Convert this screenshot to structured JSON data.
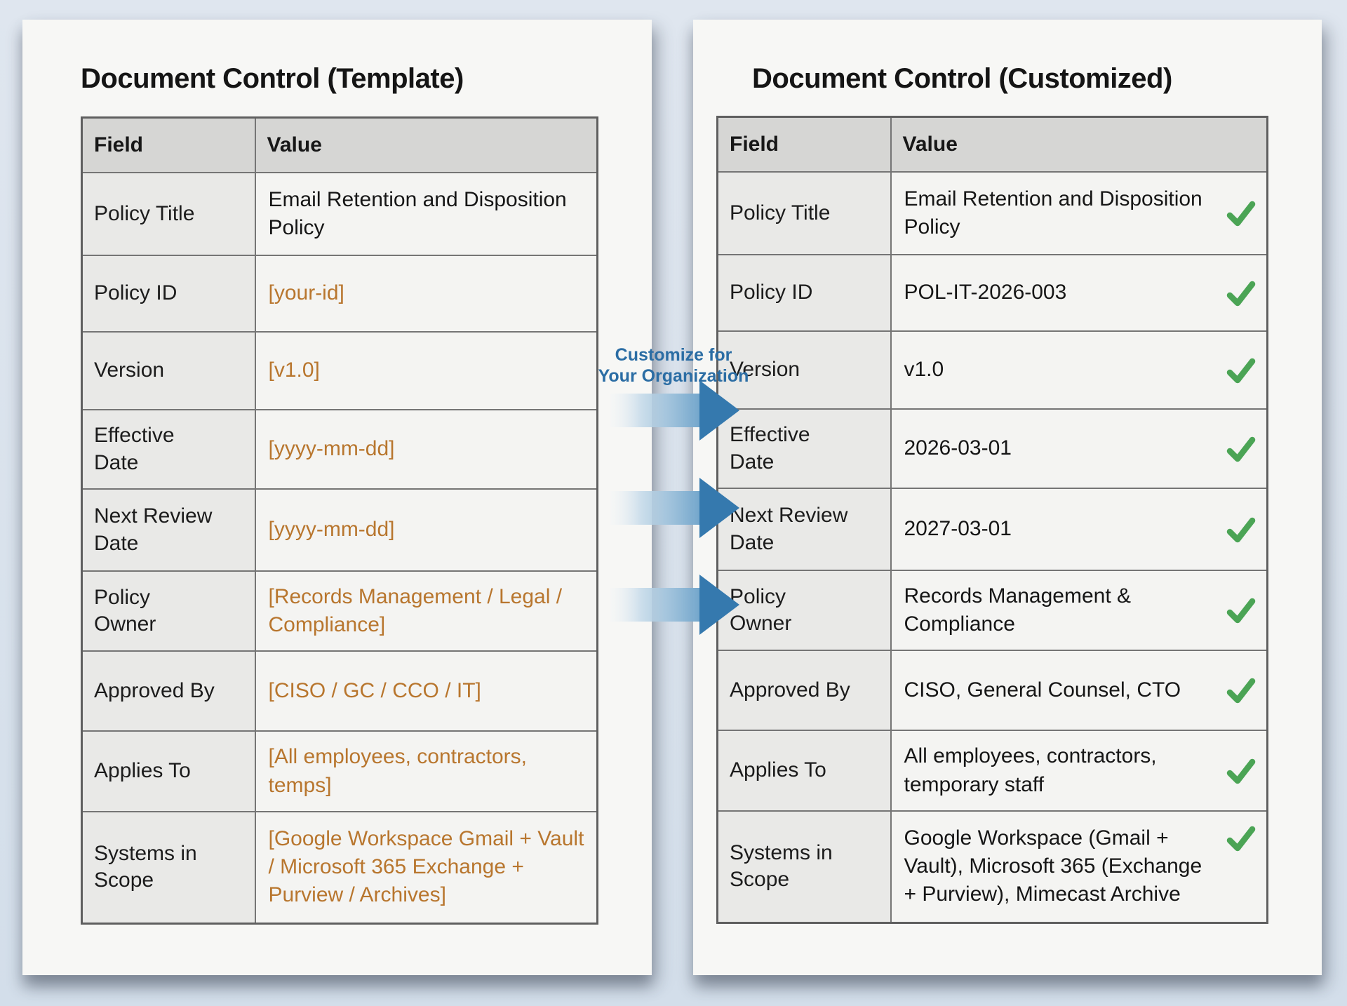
{
  "left_panel": {
    "title": "Document Control (Template)",
    "columns": {
      "field": "Field",
      "value": "Value"
    },
    "rows": [
      {
        "field": "Policy Title",
        "value": "Email Retention and Disposition Policy",
        "placeholder": false
      },
      {
        "field": "Policy ID",
        "value": "[your-id]",
        "placeholder": true
      },
      {
        "field": "Version",
        "value": "[v1.0]",
        "placeholder": true
      },
      {
        "field": "Effective Date",
        "value": "[yyyy-mm-dd]",
        "placeholder": true
      },
      {
        "field": "Next Review Date",
        "value": "[yyyy-mm-dd]",
        "placeholder": true
      },
      {
        "field": "Policy Owner",
        "value": "[Records Management / Legal / Compliance]",
        "placeholder": true
      },
      {
        "field": "Approved By",
        "value": "[CISO / GC / CCO / IT]",
        "placeholder": true
      },
      {
        "field": "Applies To",
        "value": "[All employees, contractors, temps]",
        "placeholder": true
      },
      {
        "field": "Systems in Scope",
        "value": "[Google Workspace Gmail + Vault / Microsoft 365 Exchange + Purview / Archives]",
        "placeholder": true
      }
    ]
  },
  "right_panel": {
    "title": "Document Control (Customized)",
    "columns": {
      "field": "Field",
      "value": "Value"
    },
    "rows": [
      {
        "field": "Policy Title",
        "value": "Email Retention and Disposition Policy",
        "checked": true
      },
      {
        "field": "Policy ID",
        "value": "POL-IT-2026-003",
        "checked": true
      },
      {
        "field": "Version",
        "value": "v1.0",
        "checked": true
      },
      {
        "field": "Effective Date",
        "value": "2026-03-01",
        "checked": true
      },
      {
        "field": "Next Review Date",
        "value": "2027-03-01",
        "checked": true
      },
      {
        "field": "Policy Owner",
        "value": "Records Management & Compliance",
        "checked": true
      },
      {
        "field": "Approved By",
        "value": "CISO, General Counsel, CTO",
        "checked": true
      },
      {
        "field": "Applies To",
        "value": "All employees, contractors, temporary staff",
        "checked": true
      },
      {
        "field": "Systems in Scope",
        "value": "Google Workspace (Gmail + Vault), Microsoft 365 (Exchange + Purview), Mimecast Archive",
        "checked": true
      }
    ]
  },
  "connector": {
    "label_line1": "Customize for",
    "label_line2": "Your Organization",
    "arrow_count": 3
  },
  "colors": {
    "background": "#d9e2ec",
    "paper": "#f7f7f5",
    "header_bg": "#d6d6d4",
    "field_cell_bg": "#e9e9e7",
    "value_cell_bg": "#f4f4f2",
    "placeholder_text": "#b8762e",
    "check_green": "#4ba455",
    "arrow_blue": "#3579ae",
    "connector_text": "#2b6da4"
  }
}
